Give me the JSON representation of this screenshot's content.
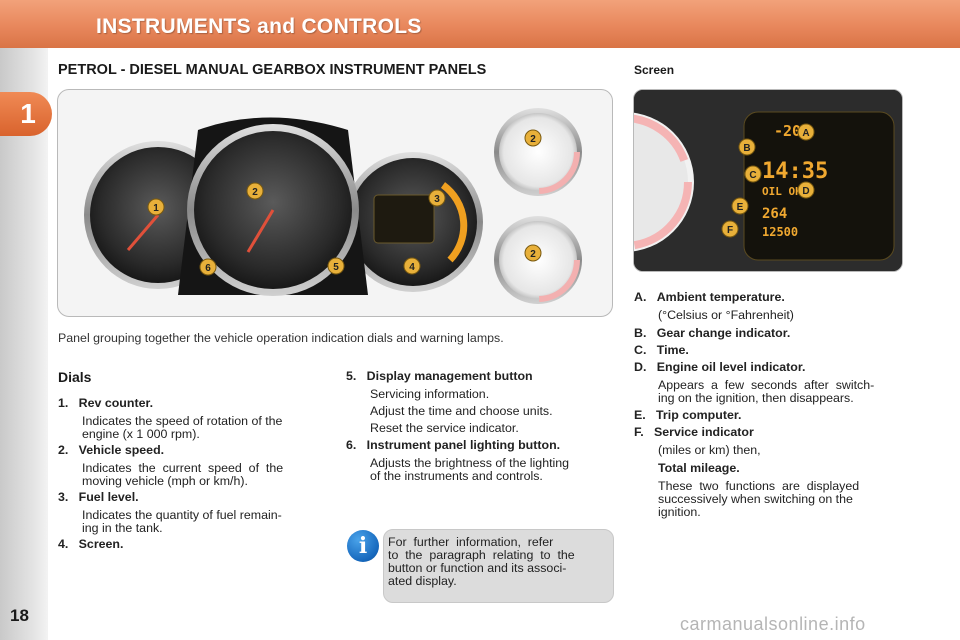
{
  "header": {
    "title": "INSTRUMENTS and CONTROLS"
  },
  "chapter": "1",
  "page_number": "18",
  "section_title": "PETROL - DIESEL MANUAL GEARBOX INSTRUMENT PANELS",
  "screen_title": "Screen",
  "caption": "Panel grouping together the vehicle operation indication dials and warning lamps.",
  "dials_title": "Dials",
  "dials": [
    {
      "num": "1.",
      "label": "Rev counter.",
      "desc": [
        "Indicates the speed of rotation of the",
        "engine (x 1 000 rpm)."
      ]
    },
    {
      "num": "2.",
      "label": "Vehicle speed.",
      "desc": [
        "Indicates  the  current  speed  of  the",
        "moving vehicle (mph or km/h)."
      ]
    },
    {
      "num": "3.",
      "label": "Fuel level.",
      "desc": [
        "Indicates the quantity of fuel remain-",
        "ing in the tank."
      ]
    },
    {
      "num": "4.",
      "label": "Screen.",
      "desc": []
    }
  ],
  "dials2": [
    {
      "num": "5.",
      "label": "Display management button",
      "desc": [
        "Servicing information.",
        "Adjust the time and choose units.",
        "Reset the service indicator."
      ]
    },
    {
      "num": "6.",
      "label": "Instrument panel lighting button.",
      "desc": [
        "Adjusts the brightness of the lighting",
        "of the instruments and controls."
      ]
    }
  ],
  "screen_items": [
    {
      "letter": "A.",
      "label": "Ambient temperature.",
      "desc": [
        "(°Celsius or °Fahrenheit)"
      ]
    },
    {
      "letter": "B.",
      "label": "Gear change indicator.",
      "desc": []
    },
    {
      "letter": "C.",
      "label": "Time.",
      "desc": []
    },
    {
      "letter": "D.",
      "label": "Engine oil level indicator.",
      "desc": [
        "Appears  a  few  seconds  after  switch-",
        "ing on the ignition, then disappears."
      ]
    },
    {
      "letter": "E.",
      "label": "Trip computer.",
      "desc": []
    },
    {
      "letter": "F.",
      "label": "Service indicator",
      "desc": [
        "(miles or km) then,"
      ],
      "sub_label": "Total mileage.",
      "sub_desc": [
        "These  two  functions  are  displayed",
        "successively when switching on the",
        "ignition."
      ]
    }
  ],
  "info_box": {
    "lines": [
      "For  further  information,  refer",
      "to  the  paragraph  relating  to  the",
      "button or function and its associ-",
      "ated display."
    ]
  },
  "panel_callouts": [
    "1",
    "2",
    "3",
    "4",
    "5",
    "6"
  ],
  "screen_callouts": [
    "A",
    "B",
    "C",
    "D",
    "E",
    "F"
  ],
  "screen_display": {
    "temp": "-20°",
    "time": "14:35",
    "oil": "OIL OK",
    "trip": "264",
    "service": "12500"
  },
  "watermark": "carmanualsonline.info",
  "colors": {
    "header": "#e8875c",
    "accent": "#d9632d",
    "info_icon": "#1668bd",
    "callout": "#e8b03a"
  }
}
